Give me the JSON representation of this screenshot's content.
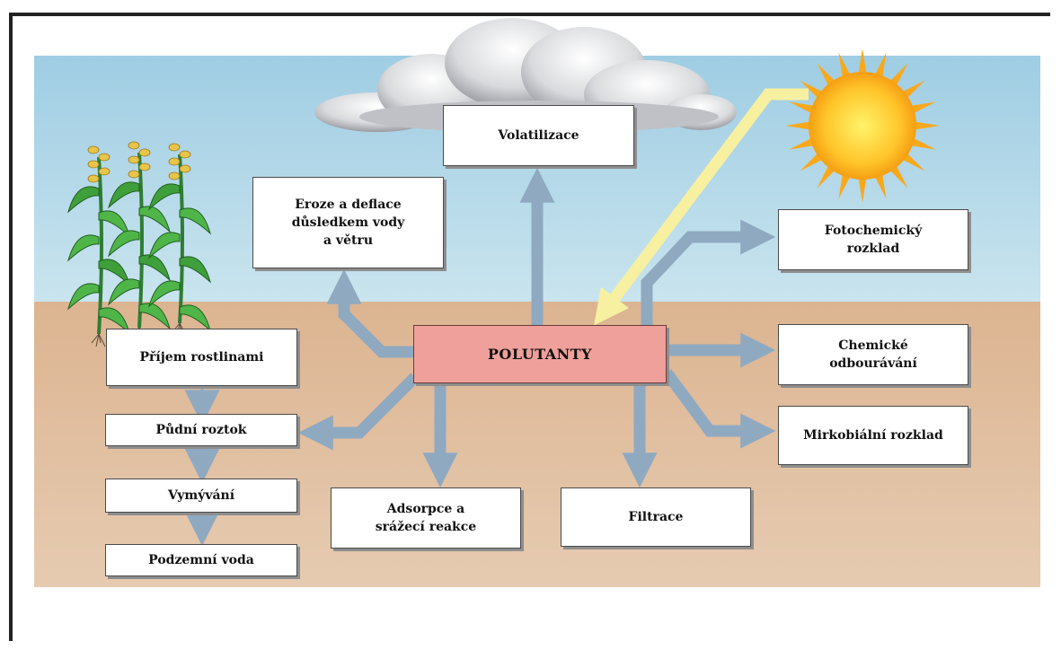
{
  "diagram": {
    "center": "POLUTANTY",
    "processes": {
      "volatilization": "Volatilizace",
      "erosion": "Eroze  a  deflace\ndůsledkem vody\na   větru",
      "photochemical": "Fotochemický\nrozklad",
      "chemical": "Chemické\nodbourávání",
      "microbial": "Mirkobiální rozklad",
      "filtration": "Filtrace",
      "adsorption": "Adsorpce a\nsrážecí  reakce",
      "plant_uptake": "Příjem rostlinami",
      "soil_solution": "Půdní roztok",
      "leaching": "Vymývání",
      "groundwater": "Podzemní voda"
    },
    "colors": {
      "sky": "#a9d3e6",
      "soil": "#ddb896",
      "arrow": "#8fa9c1",
      "sun_ray": "#f7f0a0",
      "center_box": "#f0a09a",
      "sun": "#fcb21e"
    }
  }
}
